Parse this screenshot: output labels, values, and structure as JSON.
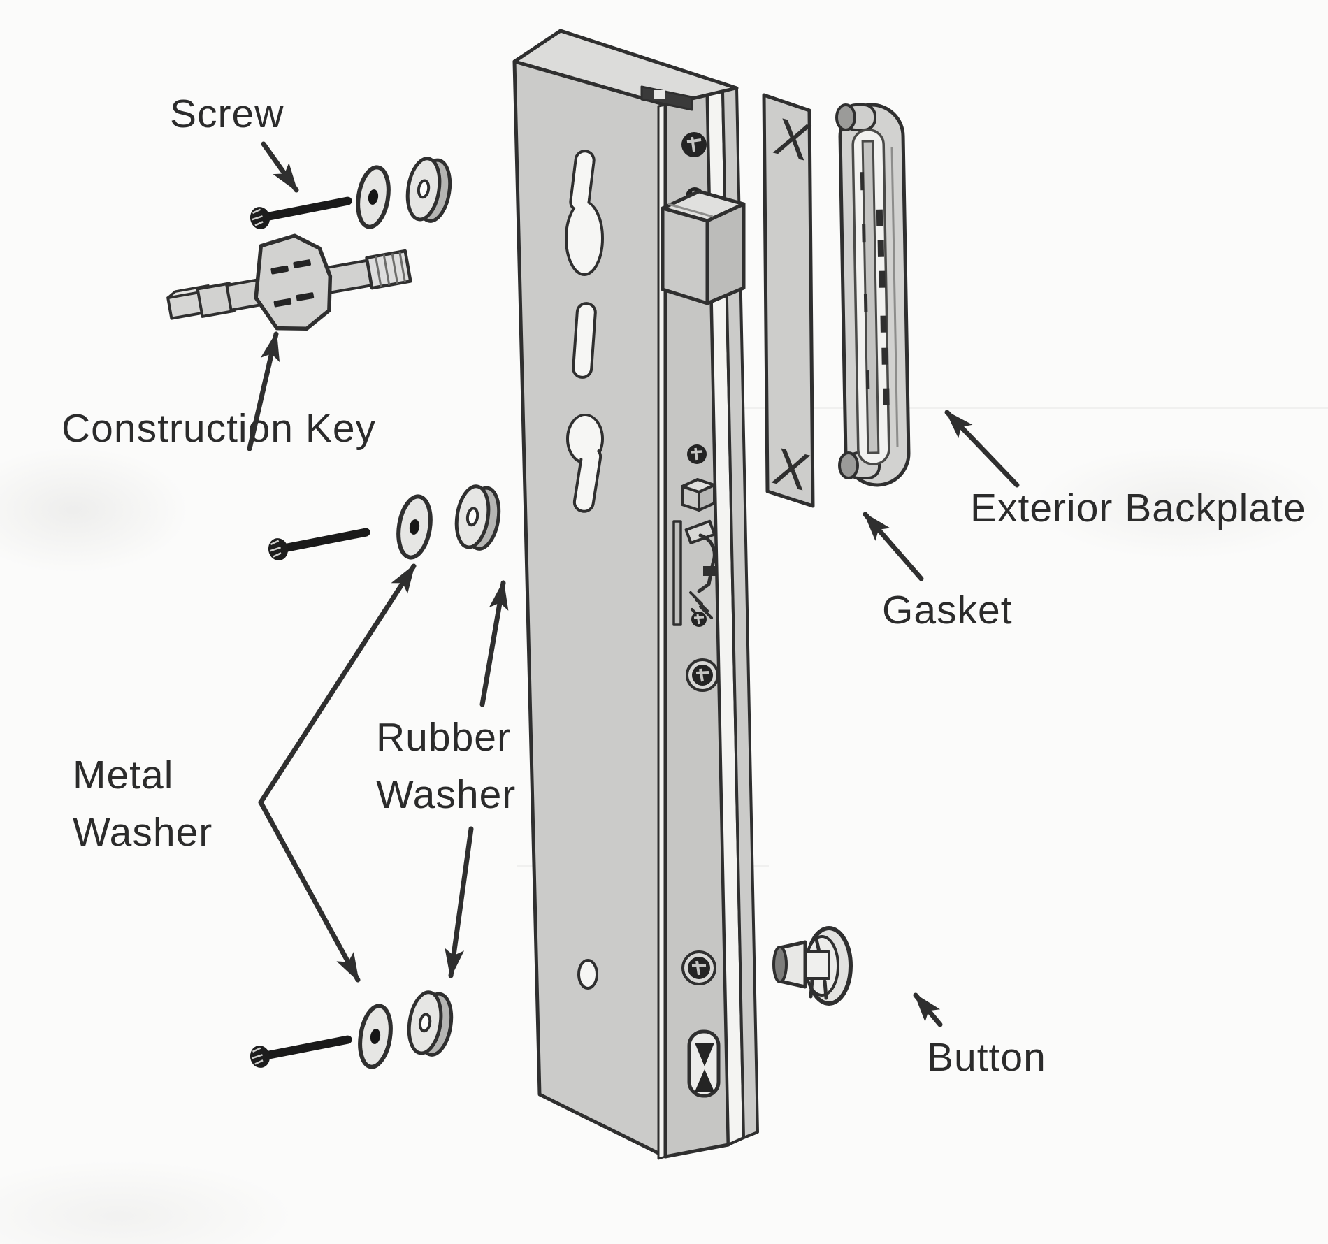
{
  "figure_type": "exploded-assembly-diagram",
  "parts": {
    "screw": {
      "label": "Screw"
    },
    "construction_key": {
      "label": "Construction Key"
    },
    "metal_washer": {
      "line1": "Metal",
      "line2": "Washer"
    },
    "rubber_washer": {
      "line1": "Rubber",
      "line2": "Washer"
    },
    "gasket": {
      "label": "Gasket",
      "mark_top": "X",
      "mark_bottom": "X"
    },
    "exterior_backplate": {
      "label": "Exterior Backplate"
    },
    "button": {
      "label": "Button"
    }
  },
  "colors": {
    "ink": "#2f2f2f",
    "metal_gray": "#cbcbc9",
    "metal_light": "#dededc",
    "paper_white": "#f5f5f3",
    "screw_black": "#1a1a1a",
    "background": "#fbfbfa"
  },
  "part_count": 7
}
